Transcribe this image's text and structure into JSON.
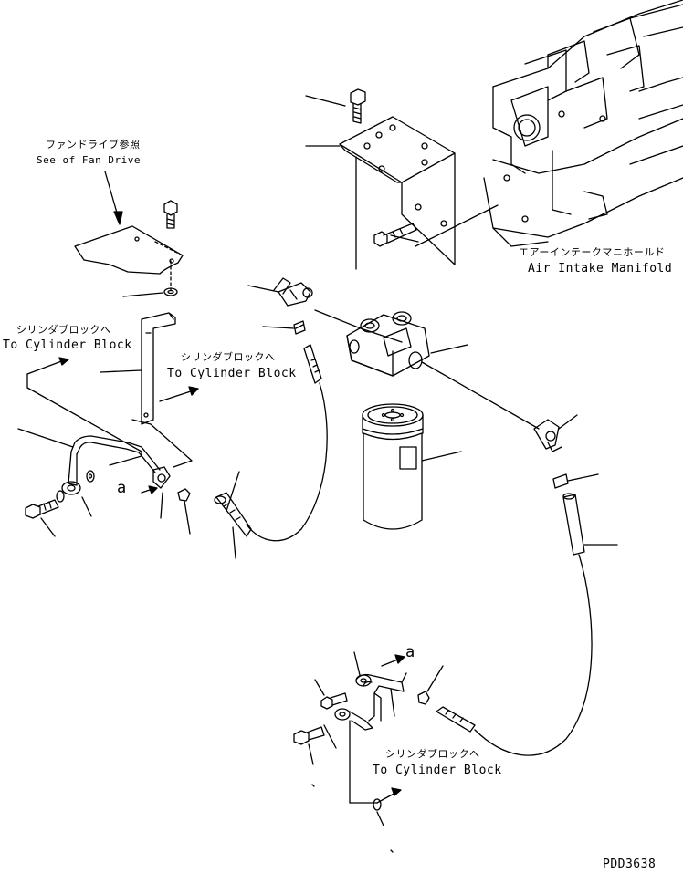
{
  "labels": {
    "fan_drive_jp": "ファンドライブ参照",
    "fan_drive_en": "See of Fan Drive",
    "manifold_jp": "エアーインテークマニホールド",
    "manifold_en": "Air Intake Manifold",
    "cyl_block_left_jp": "シリンダブロックへ",
    "cyl_block_left_en": "To Cylinder Block",
    "cyl_block_mid_jp": "シリンダブロックへ",
    "cyl_block_mid_en": "To Cylinder Block",
    "cyl_block_bottom_jp": "シリンダブロックへ",
    "cyl_block_bottom_en": "To Cylinder Block",
    "callout_a_left": "a",
    "callout_a_bottom": "a",
    "part_code": "PDD3638"
  },
  "colors": {
    "line": "#000000",
    "background": "#ffffff"
  }
}
